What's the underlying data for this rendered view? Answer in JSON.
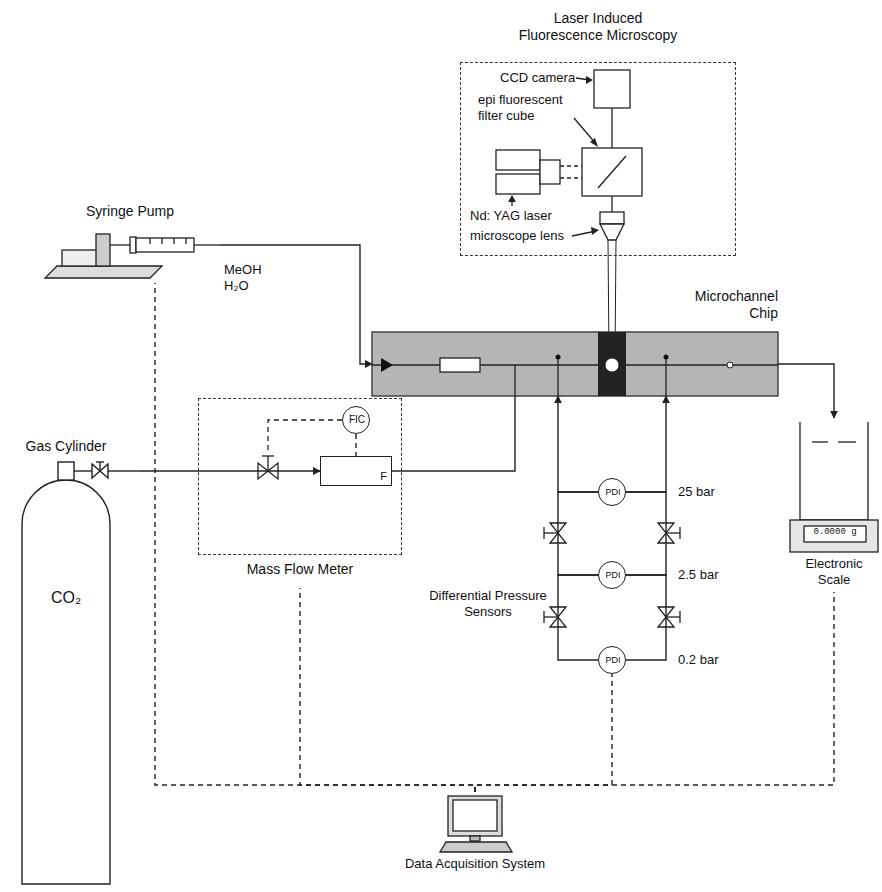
{
  "diagram": {
    "nodes": [
      {
        "text": [
          "Laser Induced Fluorescence Microscopy"
        ]
      },
      {
        "text": [
          "Syringe Pump"
        ]
      },
      {
        "text": [
          "Microchannel Chip"
        ]
      },
      {
        "text": [
          "Gas Cylinder",
          "CO₂"
        ]
      },
      {
        "text": [
          "Mass Flow Meter"
        ]
      },
      {
        "text": [
          "FIC"
        ],
        "in": 4
      },
      {
        "text": [
          "F"
        ],
        "in": 4
      },
      {
        "text": [
          "PDI"
        ]
      },
      {
        "text": [
          "PDI"
        ]
      },
      {
        "text": [
          "PDI"
        ]
      },
      {
        "text": [
          "0.0000 g",
          "Electronic Scale"
        ]
      },
      {
        "text": [
          "Data Acquisition System"
        ]
      }
    ],
    "edges": [
      {
        "from": 1,
        "to": 2,
        "arrow": "to"
      },
      {
        "from": 3,
        "to": 6,
        "arrow": "to"
      },
      {
        "from": 6,
        "to": 2,
        "arrow": "none"
      },
      {
        "from": 2,
        "to": 10,
        "arrow": "to"
      },
      {
        "from": 7,
        "to": 2,
        "arrow": "to"
      },
      {
        "from": 7,
        "to": 2,
        "arrow": "to"
      },
      {
        "from": 8,
        "to": 7,
        "arrow": "none"
      },
      {
        "from": 8,
        "to": 7,
        "arrow": "none"
      },
      {
        "from": 9,
        "to": 8,
        "arrow": "none"
      },
      {
        "from": 9,
        "to": 8,
        "arrow": "none"
      },
      {
        "from": 5,
        "to": 6,
        "arrow": "none"
      },
      {
        "from": 11,
        "to": 1,
        "arrow": "none"
      },
      {
        "from": 11,
        "to": 4,
        "arrow": "none"
      },
      {
        "from": 11,
        "to": 9,
        "arrow": "none"
      },
      {
        "from": 11,
        "to": 10,
        "arrow": "none"
      }
    ],
    "labels": [
      "CCD camera",
      "epi fluorescent filter cube",
      "Nd: YAG laser",
      "microscope lens",
      "MeOH H₂O",
      "Differential Pressure Sensors",
      "25 bar",
      "2.5 bar",
      "0.2 bar"
    ]
  }
}
